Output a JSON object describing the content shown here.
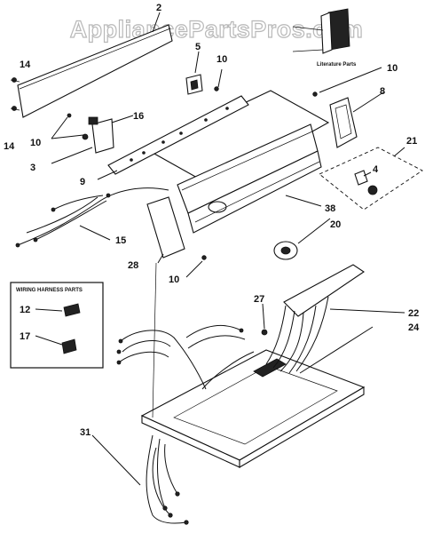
{
  "watermark": "AppliancePartsPros.com",
  "literature_label": "Literature Parts",
  "wiring_box_title": "WIRING HARNESS PARTS",
  "callouts": {
    "c2": "2",
    "c5": "5",
    "c10a": "10",
    "c10b": "10",
    "c10c": "10",
    "c10d": "10",
    "c14a": "14",
    "c14b": "14",
    "c16": "16",
    "c8": "8",
    "c3": "3",
    "c9": "9",
    "c21": "21",
    "c4": "4",
    "c38": "38",
    "c20": "20",
    "c15": "15",
    "c28": "28",
    "c12": "12",
    "c17": "17",
    "c27": "27",
    "c22": "22",
    "c24": "24",
    "c31": "31"
  }
}
